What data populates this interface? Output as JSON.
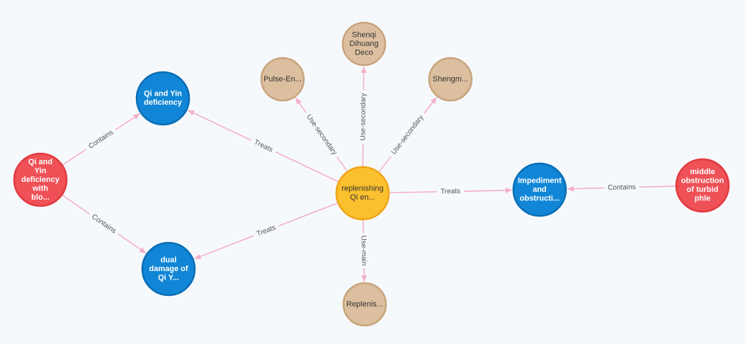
{
  "colors": {
    "background": "#f6f9fc",
    "edge": "#f3b0c8",
    "blue": "#1186d6",
    "blue_stroke": "#0b6db4",
    "red": "#ef5157",
    "red_stroke": "#e23a41",
    "orange": "#fbc02d",
    "orange_stroke": "#f0a419",
    "tan": "#dcbf9f",
    "tan_stroke": "#c8a47c"
  },
  "nodes": [
    {
      "id": "center",
      "kind": "orange",
      "lines": [
        "replenishing",
        "Qi en..."
      ]
    },
    {
      "id": "shenqi",
      "kind": "tan",
      "lines": [
        "Shenqi",
        "Dihuang",
        "Deco"
      ]
    },
    {
      "id": "pulse",
      "kind": "tan",
      "lines": [
        "Pulse-En..."
      ]
    },
    {
      "id": "shengm",
      "kind": "tan",
      "lines": [
        "Shengm..."
      ]
    },
    {
      "id": "replenis",
      "kind": "tan",
      "lines": [
        "Replenis..."
      ]
    },
    {
      "id": "qiyin",
      "kind": "blue",
      "lines": [
        "Qi and Yin",
        "deficiency"
      ]
    },
    {
      "id": "dual",
      "kind": "blue",
      "lines": [
        "dual",
        "damage of",
        "Qi Y..."
      ]
    },
    {
      "id": "impediment",
      "kind": "blue",
      "lines": [
        "Impediment",
        "and",
        "obstructi..."
      ]
    },
    {
      "id": "qiyinblood",
      "kind": "red",
      "lines": [
        "Qi and",
        "Yin",
        "deficiency",
        "with",
        "blo..."
      ]
    },
    {
      "id": "middle",
      "kind": "red",
      "lines": [
        "middle",
        "obstruction",
        "of turbid",
        "phle"
      ]
    }
  ],
  "edges": [
    {
      "from": "center",
      "to": "shenqi",
      "label": "Use-secondary"
    },
    {
      "from": "center",
      "to": "pulse",
      "label": "Use-secondary"
    },
    {
      "from": "center",
      "to": "shengm",
      "label": "Use-secondary"
    },
    {
      "from": "center",
      "to": "replenis",
      "label": "Use-main"
    },
    {
      "from": "center",
      "to": "qiyin",
      "label": "Treats"
    },
    {
      "from": "center",
      "to": "dual",
      "label": "Treats"
    },
    {
      "from": "center",
      "to": "impediment",
      "label": "Treats"
    },
    {
      "from": "qiyinblood",
      "to": "qiyin",
      "label": "Contains"
    },
    {
      "from": "qiyinblood",
      "to": "dual",
      "label": "Contains"
    },
    {
      "from": "middle",
      "to": "impediment",
      "label": "Contains"
    }
  ]
}
